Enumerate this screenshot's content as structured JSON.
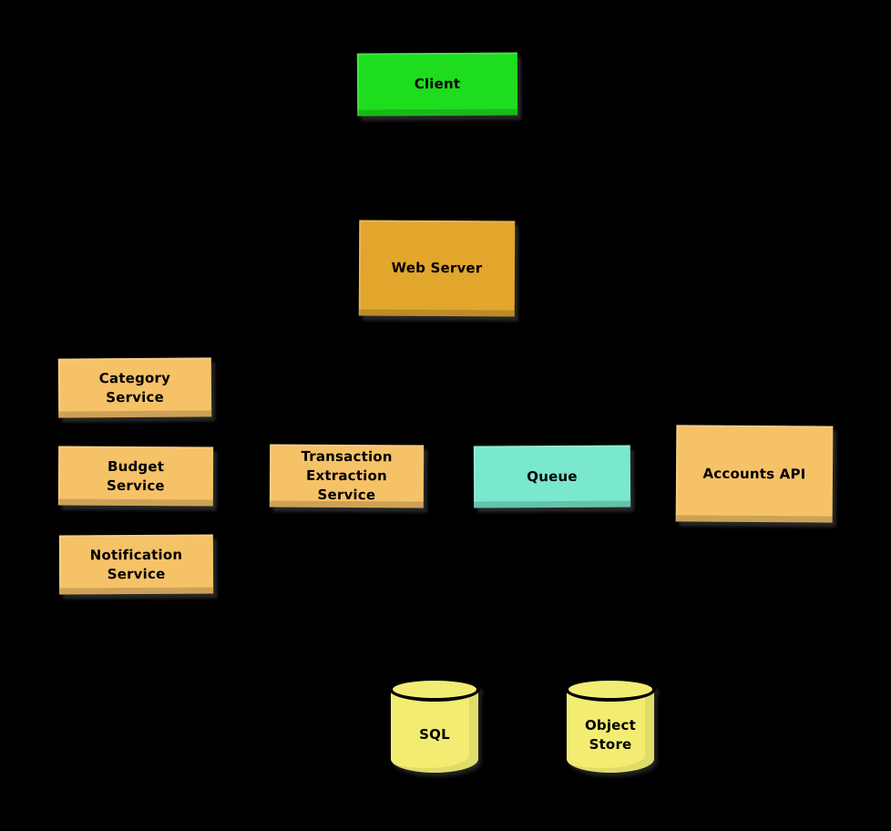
{
  "page": {
    "background_color": "#000000"
  },
  "diagram": {
    "nodes": [
      {
        "id": "client",
        "label": "Client",
        "shape": "rect",
        "color": "#1edd1e"
      },
      {
        "id": "web-server",
        "label": "Web Server",
        "shape": "rect",
        "color": "#e2a62d"
      },
      {
        "id": "category-service",
        "label": "Category\nService",
        "shape": "rect",
        "color": "#f5c268"
      },
      {
        "id": "budget-service",
        "label": "Budget\nService",
        "shape": "rect",
        "color": "#f5c268"
      },
      {
        "id": "notification-service",
        "label": "Notification\nService",
        "shape": "rect",
        "color": "#f5c268"
      },
      {
        "id": "transaction-extraction-service",
        "label": "Transaction\nExtraction\nService",
        "shape": "rect",
        "color": "#f5c268"
      },
      {
        "id": "queue",
        "label": "Queue",
        "shape": "rect",
        "color": "#79e8cc"
      },
      {
        "id": "accounts-api",
        "label": "Accounts API",
        "shape": "rect",
        "color": "#f5c268"
      },
      {
        "id": "sql",
        "label": "SQL",
        "shape": "cylinder",
        "color": "#f2ed72"
      },
      {
        "id": "object-store",
        "label": "Object\nStore",
        "shape": "cylinder",
        "color": "#f2ed72"
      }
    ]
  }
}
